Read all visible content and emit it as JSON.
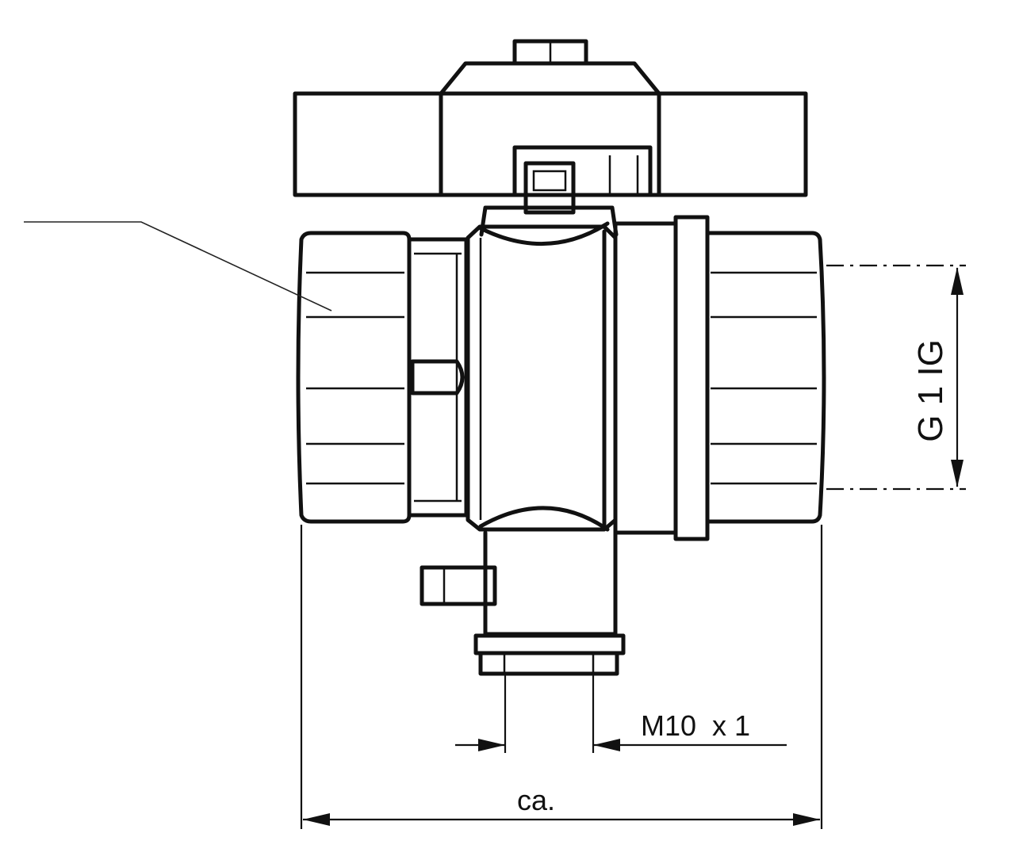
{
  "drawing": {
    "subject": "ball valve with handle and drain port",
    "labels": {
      "thread_size": "G 1 IG",
      "drain_thread": "M10  x 1",
      "overall_length": "ca."
    }
  }
}
